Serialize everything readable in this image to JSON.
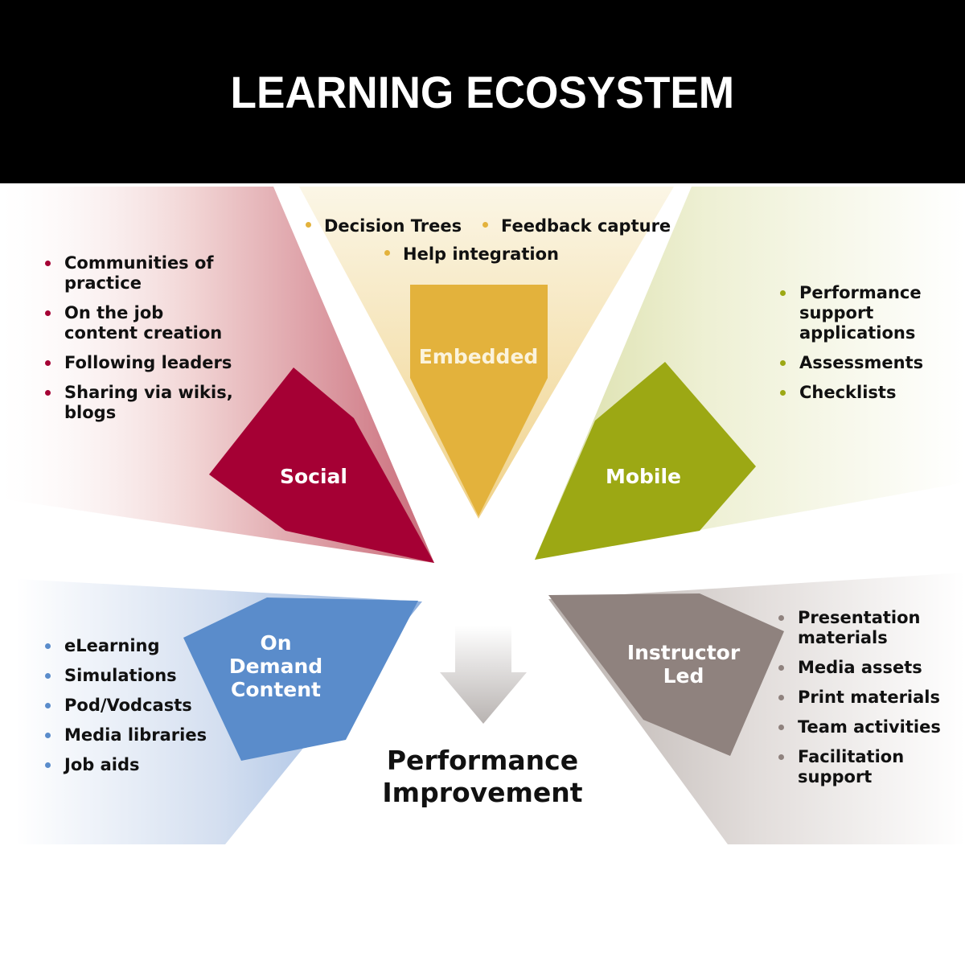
{
  "title": "LEARNING ECOSYSTEM",
  "colors": {
    "social": "#a50034",
    "embedded": "#e3b23c",
    "mobile": "#9ca814",
    "on_demand": "#5a8ccb",
    "instructor_led": "#8f827e"
  },
  "segments": {
    "social": {
      "label": "Social",
      "items": [
        "Communities of practice",
        "On the job content creation",
        "Following leaders",
        "Sharing via wikis, blogs"
      ]
    },
    "embedded": {
      "label": "Embedded",
      "items": [
        "Decision Trees",
        "Feedback capture",
        "Help integration"
      ]
    },
    "mobile": {
      "label": "Mobile",
      "items": [
        "Performance support applications",
        "Assessments",
        "Checklists"
      ]
    },
    "on_demand": {
      "label_lines": [
        "On",
        "Demand",
        "Content"
      ],
      "items": [
        "eLearning",
        "Simulations",
        "Pod/Vodcasts",
        "Media libraries",
        "Job aids"
      ]
    },
    "instructor_led": {
      "label_lines": [
        "Instructor",
        "Led"
      ],
      "items": [
        "Presentation materials",
        "Media assets",
        "Print materials",
        "Team activities",
        "Facilitation support"
      ]
    }
  },
  "center": {
    "arrow_icon": "down-arrow-icon",
    "result_lines": [
      "Performance",
      "Improvement"
    ]
  }
}
